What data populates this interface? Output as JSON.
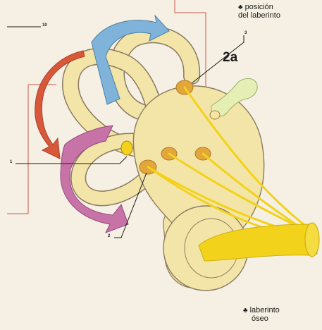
{
  "labels": {
    "ref_10": "10",
    "ref_3": "3",
    "ref_1": "1",
    "ref_2": "2",
    "figure_id": "2a",
    "top_caption_line1": "posición",
    "top_caption_line2": "del laberinto",
    "bottom_caption_line1": "laberinto",
    "bottom_caption_line2": "óseo",
    "bullet_symbol": "♣"
  },
  "colors": {
    "background": "#f5f0e3",
    "labyrinth_fill": "#f3e5a8",
    "outline": "#8a7a60",
    "nerve_yellow": "#f2d21a",
    "arrow_blue": "#7fb3d9",
    "arrow_red": "#d9583a",
    "arrow_pink": "#c773a8",
    "leader_red": "#c9584a",
    "ganglion_orange": "#e3a63b"
  }
}
